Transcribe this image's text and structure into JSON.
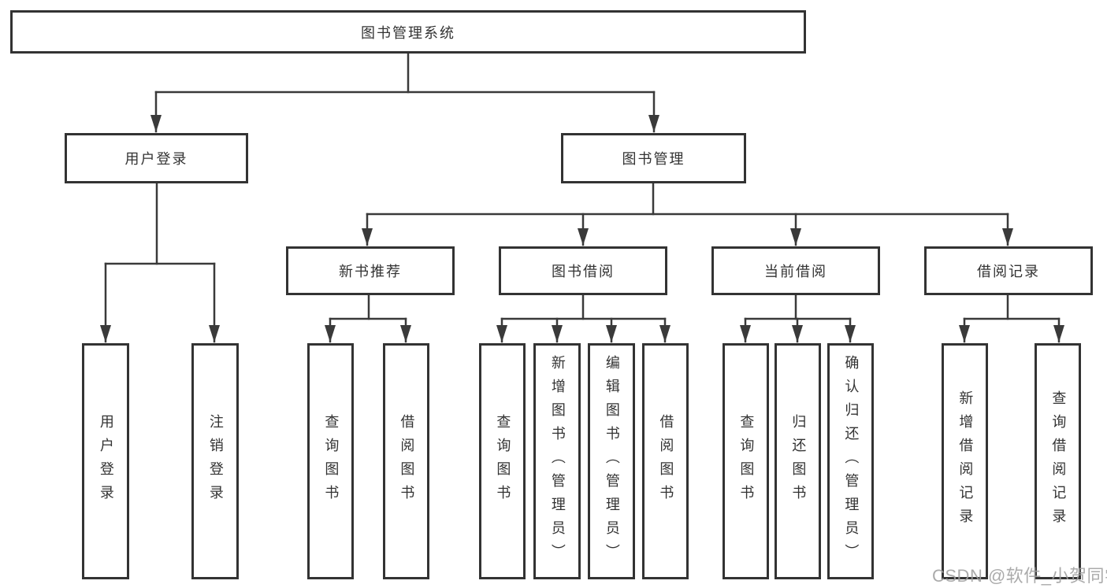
{
  "diagram": {
    "root": {
      "label": "图书管理系统"
    },
    "branches": [
      {
        "label": "用户登录",
        "children": [
          {
            "label": "用户登录"
          },
          {
            "label": "注销登录"
          }
        ]
      },
      {
        "label": "图书管理",
        "groups": [
          {
            "label": "新书推荐",
            "children": [
              {
                "label": "查询图书"
              },
              {
                "label": "借阅图书"
              }
            ]
          },
          {
            "label": "图书借阅",
            "children": [
              {
                "label": "查询图书"
              },
              {
                "label": "新增图书（管理员）"
              },
              {
                "label": "编辑图书（管理员）"
              },
              {
                "label": "借阅图书"
              }
            ]
          },
          {
            "label": "当前借阅",
            "children": [
              {
                "label": "查询图书"
              },
              {
                "label": "归还图书"
              },
              {
                "label": "确认归还（管理员）"
              }
            ]
          },
          {
            "label": "借阅记录",
            "children": [
              {
                "label": "新增借阅记录"
              },
              {
                "label": "查询借阅记录"
              }
            ]
          }
        ]
      }
    ]
  },
  "watermark": {
    "text": "CSDN @软件_小贺同学"
  },
  "colors": {
    "line": "#3a3a3a",
    "border": "#333333",
    "text": "#333333",
    "background": "#ffffff",
    "watermark": "#a0a0a0"
  }
}
